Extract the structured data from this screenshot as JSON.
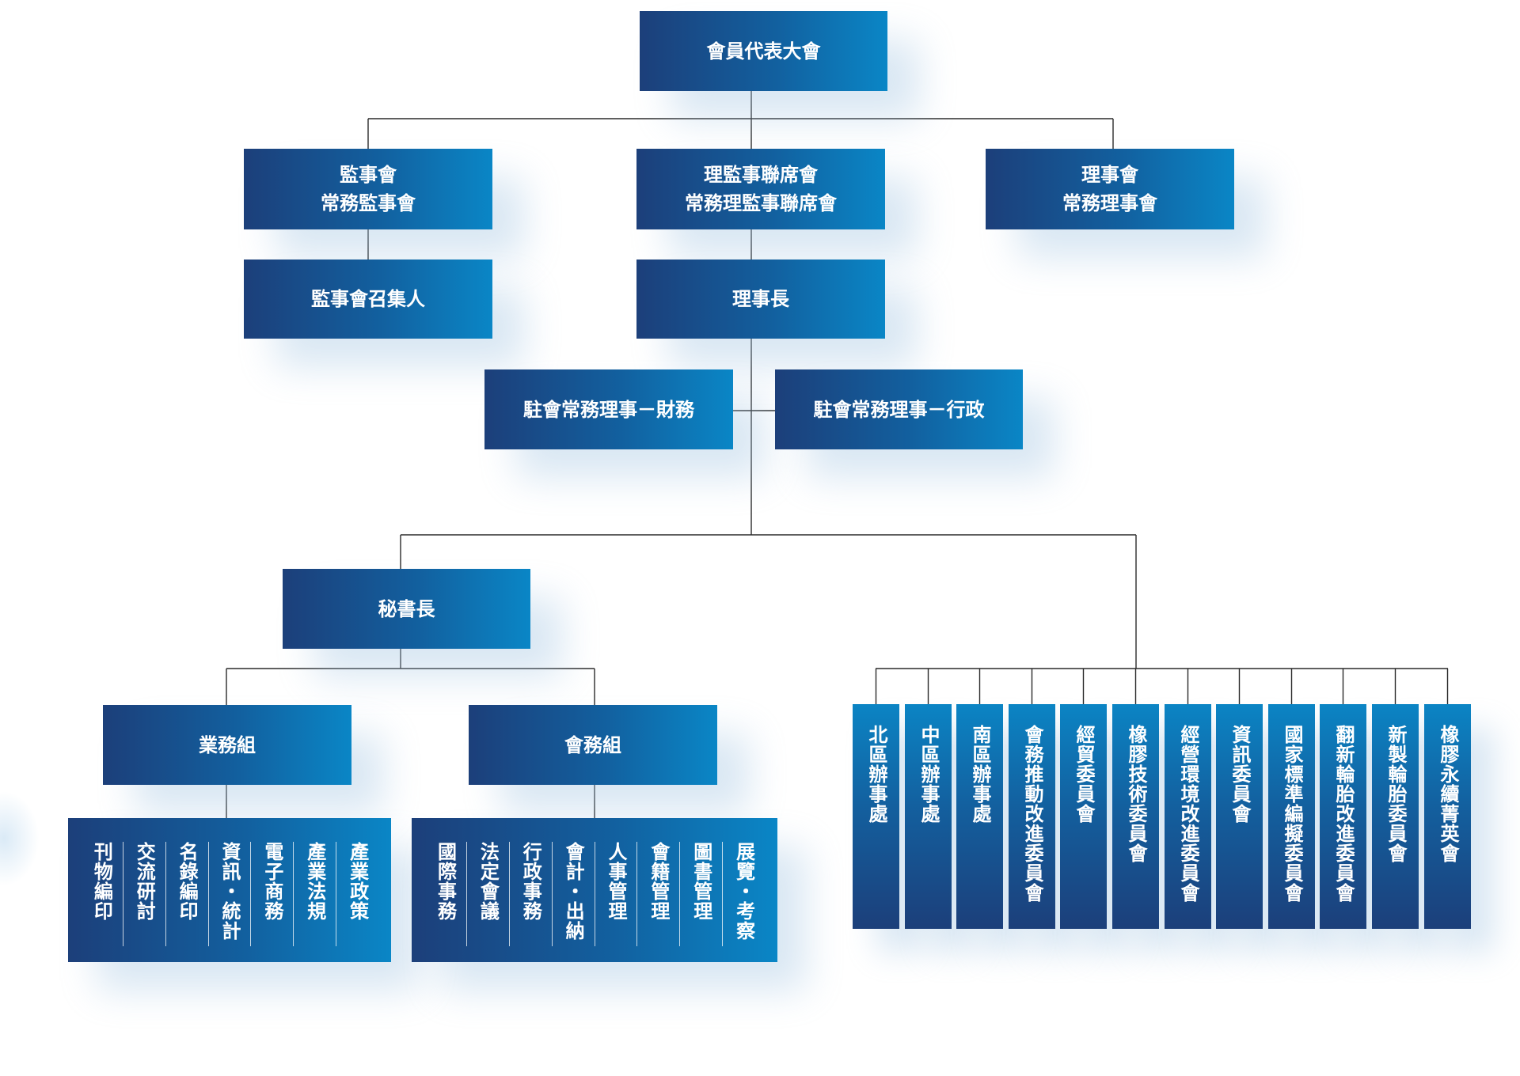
{
  "top": {
    "label": "會員代表大會"
  },
  "supervisors": {
    "line1": "監事會",
    "line2": "常務監事會"
  },
  "joint": {
    "line1": "理監事聯席會",
    "line2": "常務理監事聯席會"
  },
  "board": {
    "line1": "理事會",
    "line2": "常務理事會"
  },
  "convener": {
    "label": "監事會召集人"
  },
  "chairman": {
    "label": "理事長"
  },
  "resident_finance": {
    "label": "駐會常務理事－財務"
  },
  "resident_admin": {
    "label": "駐會常務理事－行政"
  },
  "secretary_general": {
    "label": "秘書長"
  },
  "business_group": {
    "label": "業務組",
    "items": [
      "刊物編印",
      "交流研討",
      "名錄編印",
      "資訊・統計",
      "電子商務",
      "產業法規",
      "產業政策"
    ]
  },
  "affairs_group": {
    "label": "會務組",
    "items": [
      "國際事務",
      "法定會議",
      "行政事務",
      "會計・出納",
      "人事管理",
      "會籍管理",
      "圖書管理",
      "展覽・考察"
    ]
  },
  "units": [
    "北區辦事處",
    "中區辦事處",
    "南區辦事處",
    "會務推動改進委員會",
    "經貿委員會",
    "橡膠技術委員會",
    "經營環境改進委員會",
    "資訊委員會",
    "國家標準編擬委員會",
    "翻新輪胎改進委員會",
    "新製輪胎委員會",
    "橡膠永續菁英會"
  ]
}
